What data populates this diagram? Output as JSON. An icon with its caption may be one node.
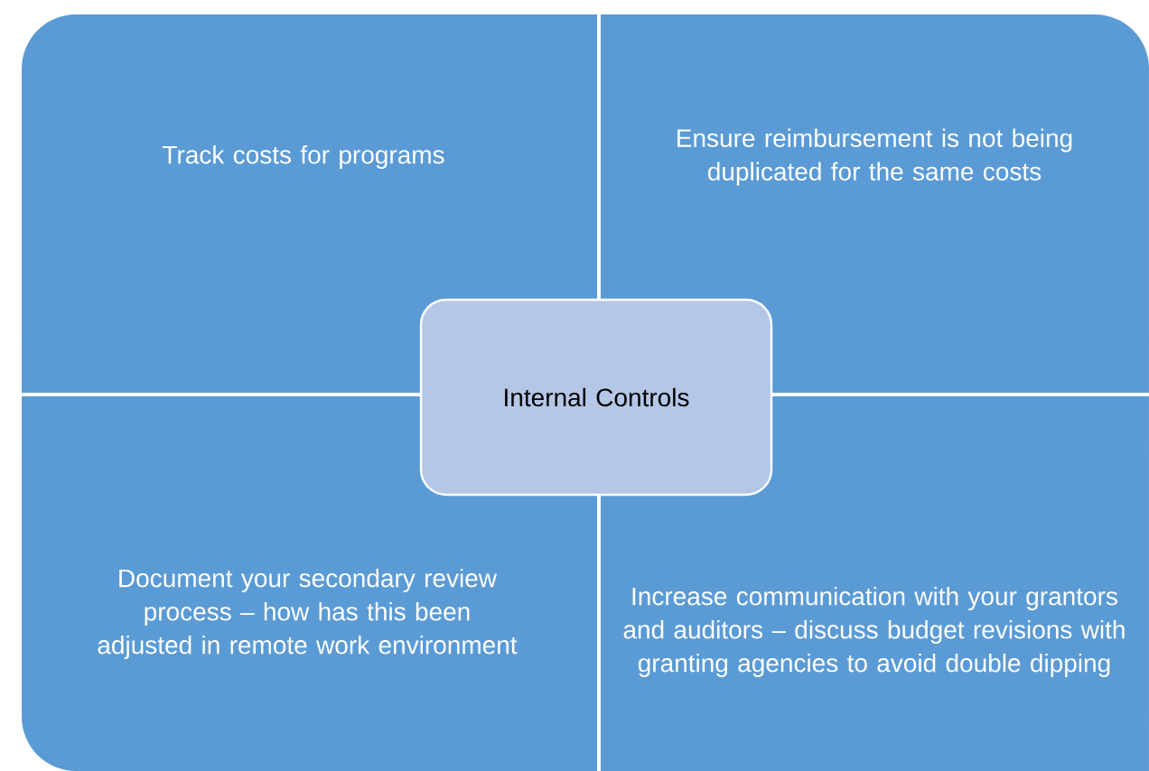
{
  "diagram": {
    "nodes": [
      {
        "text": [
          "Track costs for programs"
        ]
      },
      {
        "text": [
          "Ensure reimbursement is not being duplicated for the same costs"
        ]
      },
      {
        "text": [
          "Internal Controls"
        ]
      },
      {
        "text": [
          "Document your secondary review process – how has this been adjusted in remote work environment"
        ]
      },
      {
        "text": [
          "Increase communication with your grantors and auditors – discuss budget revisions with granting agencies to avoid double dipping"
        ]
      }
    ]
  }
}
